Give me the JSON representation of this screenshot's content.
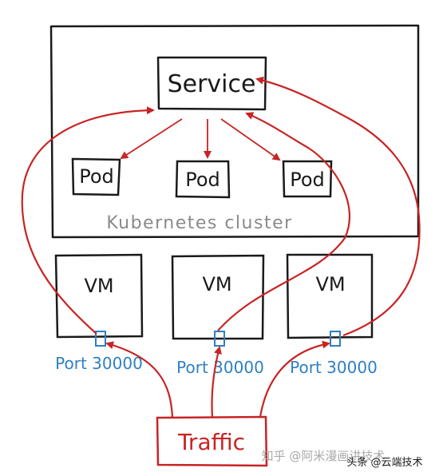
{
  "diagram": {
    "service_label": "Service",
    "pod_labels": [
      "Pod",
      "Pod",
      "Pod"
    ],
    "cluster_label": "Kubernetes cluster",
    "vm_labels": [
      "VM",
      "VM",
      "VM"
    ],
    "port_labels": [
      "Port 30000",
      "Port 30000",
      "Port 30000"
    ],
    "traffic_label": "Traffic"
  },
  "watermark": {
    "site": "知乎 @阿米漫画讲技术",
    "caption": "头条 @云端技术"
  },
  "colors": {
    "ink": "#1a1a1a",
    "arrow_red": "#c82424",
    "port_blue": "#2f7fc2",
    "cluster_label_gray": "#8a8a8a"
  }
}
